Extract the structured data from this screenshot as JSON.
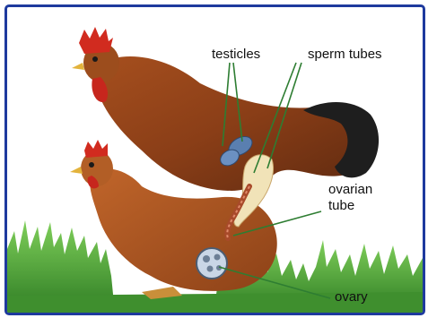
{
  "labels": {
    "testicles": "testicles",
    "sperm_tubes": "sperm tubes",
    "ovarian_tube_line1": "ovarian",
    "ovarian_tube_line2": "tube",
    "ovary": "ovary"
  },
  "colors": {
    "frame_border": "#1e3a9e",
    "pointer_line": "#2e7d32",
    "testicle_blue": "#5a7fb0",
    "grass": "#49a23a"
  }
}
